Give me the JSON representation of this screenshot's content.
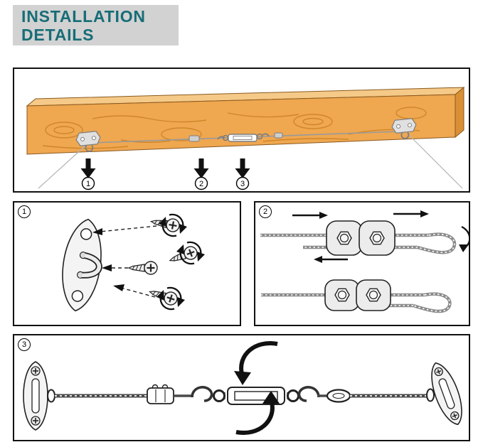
{
  "header": {
    "title_line1": "INSTALLATION",
    "title_line2": "DETAILS"
  },
  "overview": {
    "step_numbers": [
      "1",
      "2",
      "3"
    ]
  },
  "panels": {
    "step1": {
      "label": "1"
    },
    "step2": {
      "label": "2"
    },
    "step3": {
      "label": "3"
    }
  },
  "icons": {
    "down_arrow": "filled-down-arrow",
    "rotation_arrow": "circular-rotation-arrow",
    "dashed_guide_arrow": "dashed-alignment-arrow"
  },
  "colors": {
    "title_text": "#176d77",
    "title_background": "#d2d2d2",
    "panel_border": "#111111",
    "wood_face": "#efa750",
    "wood_top": "#f5c988",
    "wood_grain": "#cf8427",
    "hardware_gray": "#e9e9e9",
    "line_black": "#111111"
  }
}
